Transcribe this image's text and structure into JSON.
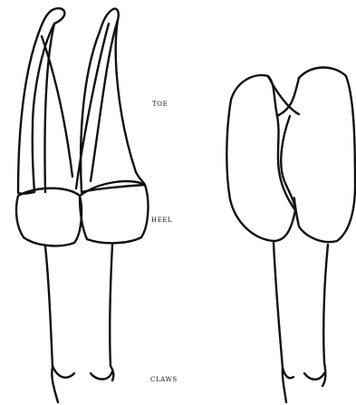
{
  "labels": {
    "toe": "TOE",
    "heel": "HEEL",
    "claws": "CLAWS"
  },
  "colors": {
    "stroke": "#111111",
    "background": "#ffffff"
  }
}
